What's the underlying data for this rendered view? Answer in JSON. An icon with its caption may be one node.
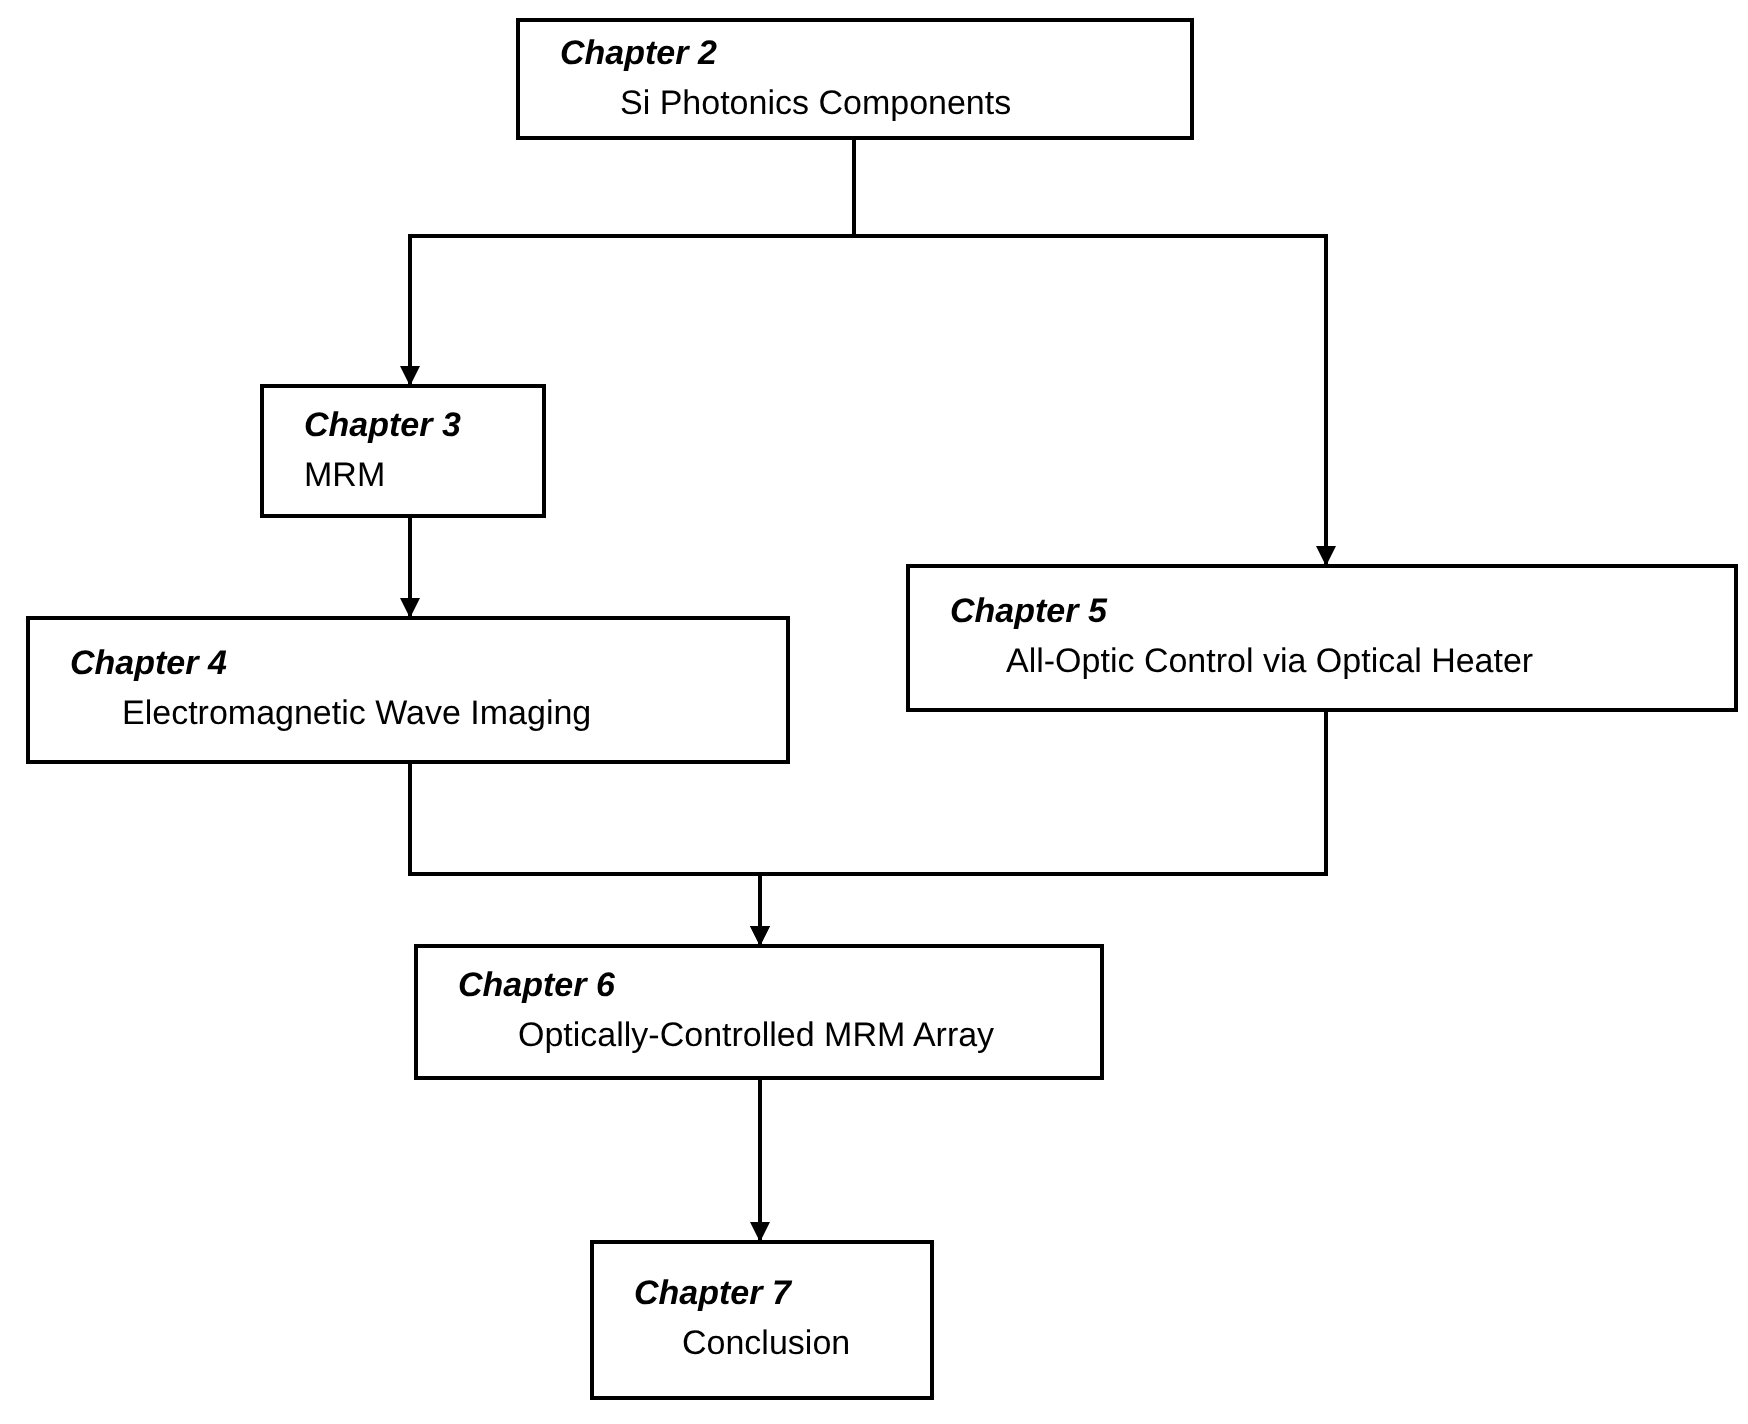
{
  "diagram": {
    "nodes": [
      {
        "text": [
          "Chapter 2",
          "Si Photonics Components"
        ]
      },
      {
        "text": [
          "Chapter 3",
          "MRM"
        ]
      },
      {
        "text": [
          "Chapter 5",
          "All-Optic Control via Optical Heater"
        ]
      },
      {
        "text": [
          "Chapter 4",
          "Electromagnetic Wave Imaging"
        ]
      },
      {
        "text": [
          "Chapter 6",
          "Optically-Controlled MRM Array"
        ]
      },
      {
        "text": [
          "Chapter 7",
          "Conclusion"
        ]
      }
    ],
    "edges": [
      {
        "from": 0,
        "to": 1,
        "arrow": "to"
      },
      {
        "from": 0,
        "to": 2,
        "arrow": "to"
      },
      {
        "from": 1,
        "to": 3,
        "arrow": "to"
      },
      {
        "from": 3,
        "to": 4,
        "arrow": "to"
      },
      {
        "from": 2,
        "to": 4,
        "arrow": "to"
      },
      {
        "from": 4,
        "to": 5,
        "arrow": "to"
      }
    ]
  }
}
